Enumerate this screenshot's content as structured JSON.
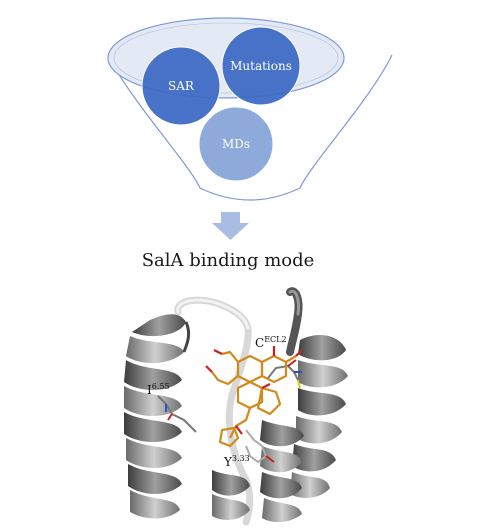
{
  "funnel": {
    "circles": [
      {
        "label": "SAR"
      },
      {
        "label": "Mutations"
      },
      {
        "label": "MDs"
      }
    ]
  },
  "caption": "SalA binding mode",
  "residues": {
    "cys": {
      "base": "C",
      "sup": "ECL2"
    },
    "ile": {
      "base": "I",
      "sup": "6.55"
    },
    "tyr": {
      "base": "Y",
      "sup": "3.33"
    }
  },
  "colors": {
    "funnel_fill": "#e4eaf5",
    "funnel_stroke": "#7d9ad8",
    "circle_dark": "#3a68c4",
    "circle_light": "#8eaadb",
    "arrow": "#a7bde3",
    "ribbon": "#5a5a5a",
    "ligand": "#d18a1a"
  }
}
